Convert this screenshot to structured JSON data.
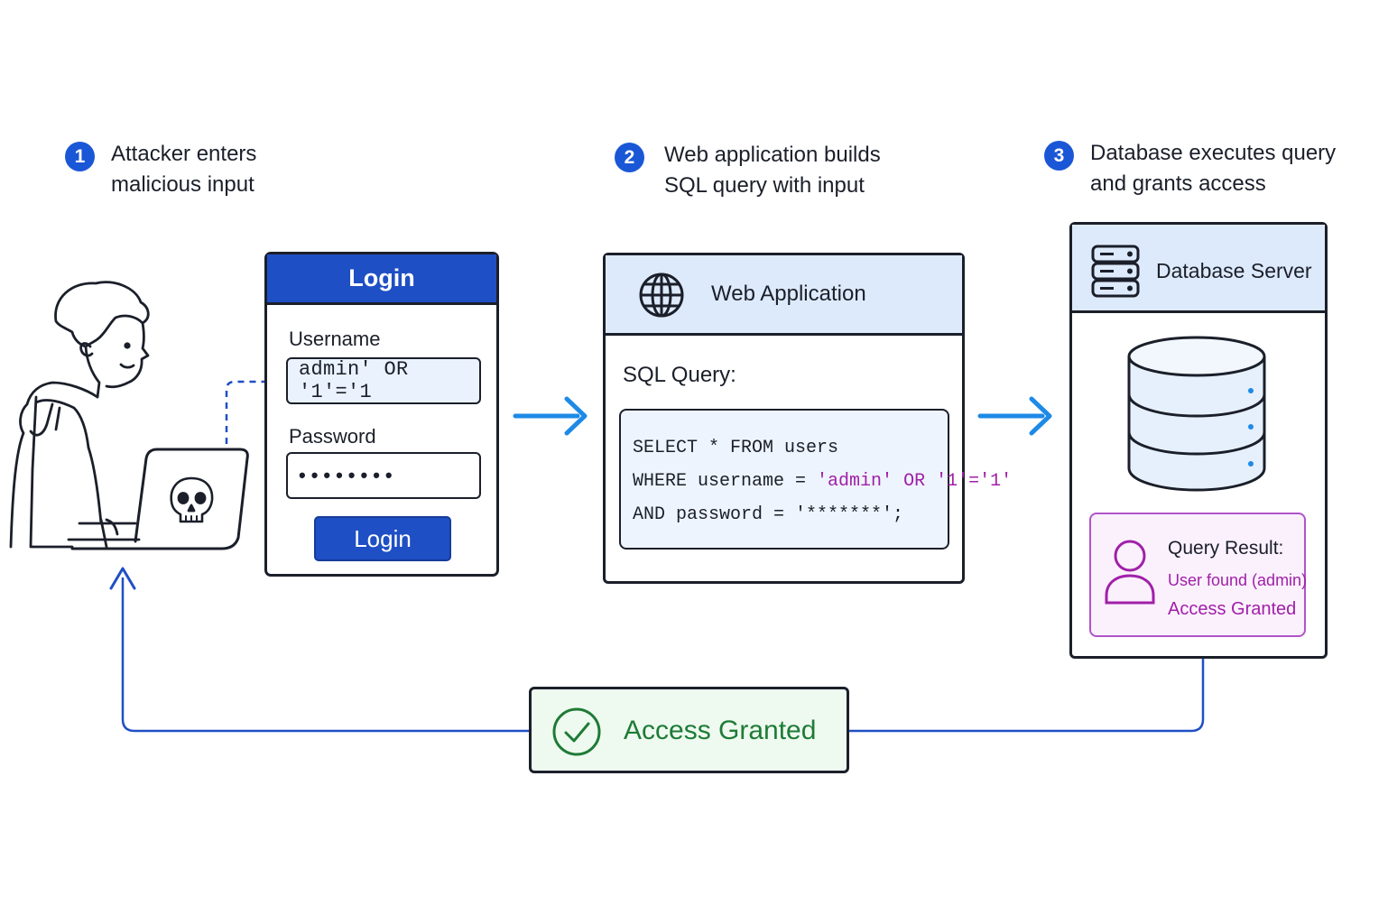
{
  "steps": [
    {
      "number": "1",
      "line1": "Attacker enters",
      "line2": "malicious input"
    },
    {
      "number": "2",
      "line1": "Web application builds",
      "line2": "SQL query with input"
    },
    {
      "number": "3",
      "line1": "Database executes query",
      "line2": "and grants access"
    }
  ],
  "login_form": {
    "title": "Login",
    "username_label": "Username",
    "username_value": "admin' OR '1'='1",
    "password_label": "Password",
    "password_value": "••••••••",
    "button_label": "Login"
  },
  "web_app": {
    "title": "Web Application",
    "query_label": "SQL Query:",
    "code": {
      "line1": "SELECT * FROM users",
      "line2_prefix": "WHERE username = ",
      "line2_injected": "'admin' OR '1'='1'",
      "line3": "AND password = '*******';"
    }
  },
  "database": {
    "title": "Database Server",
    "result_title": "Query Result:",
    "result_user": "User found (admin)",
    "result_access": "Access Granted"
  },
  "outcome": {
    "label": "Access Granted"
  },
  "colors": {
    "primary_blue": "#1f4fc4",
    "arrow_blue": "#1e8ae6",
    "injected_purple": "#a020a8",
    "success_green": "#1e7b36",
    "header_light_blue": "#ddeafb"
  }
}
